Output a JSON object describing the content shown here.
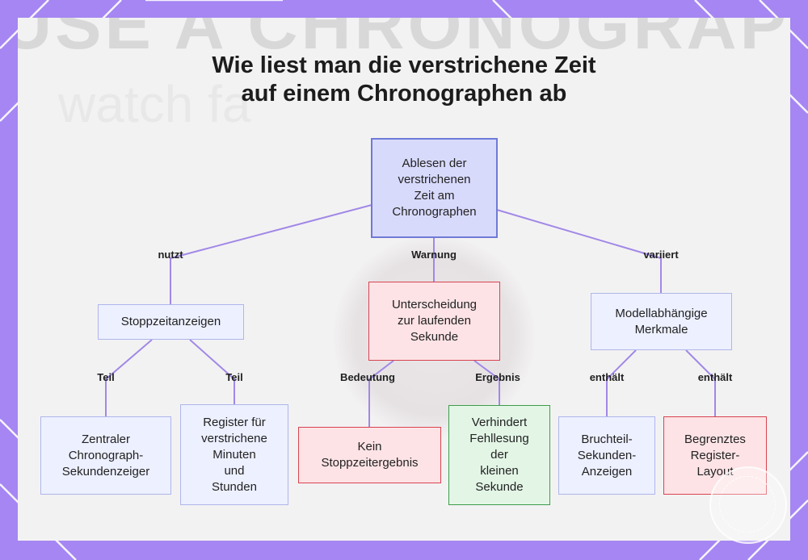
{
  "title": {
    "line1": "Wie liest man die verstrichene Zeit",
    "line2": "auf einem Chronographen ab"
  },
  "background_words": {
    "line1": "USE A CHRONOGRAPH",
    "line2": "watch fa"
  },
  "colors": {
    "frame": "#a586f2",
    "edge": "#a188e6",
    "root_fill": "#d8dafc",
    "blue_fill": "#edf0ff",
    "red_border": "#d8434f",
    "green_border": "#3c9d4a"
  },
  "nodes": {
    "root": "Ablesen der\nverstrichenen\nZeit am\nChronographen",
    "stoppzeit": "Stoppzeitanzeigen",
    "unterscheidung": "Unterscheidung\nzur laufenden\nSekunde",
    "modell": "Modellabhängige\nMerkmale",
    "zentraler": "Zentraler\nChronograph-\nSekundenzeiger",
    "register": "Register für\nverstrichene\nMinuten\nund\nStunden",
    "kein": "Kein\nStoppzeitergebnis",
    "verhindert": "Verhindert\nFehllesung\nder\nkleinen\nSekunde",
    "bruchteil": "Bruchteil-\nSekunden-\nAnzeigen",
    "begrenztes": "Begrenztes\nRegister-\nLayout"
  },
  "edge_labels": {
    "nutzt": "nutzt",
    "warnung": "Warnung",
    "variiert": "variiert",
    "teil1": "Teil",
    "teil2": "Teil",
    "bedeutung": "Bedeutung",
    "ergebnis": "Ergebnis",
    "enthaelt1": "enthält",
    "enthaelt2": "enthält"
  }
}
